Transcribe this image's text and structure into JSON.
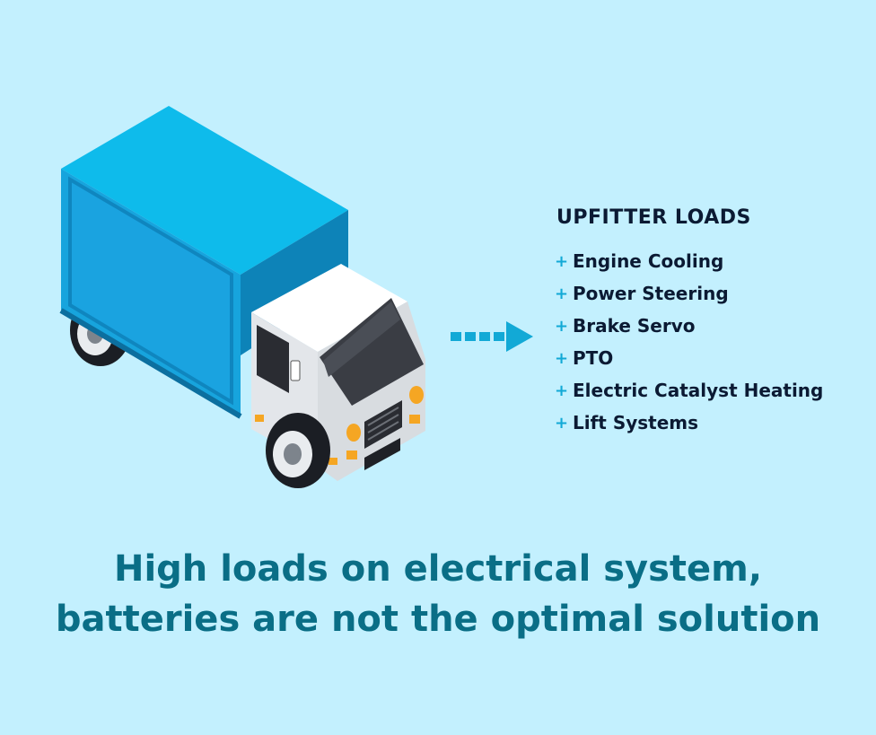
{
  "loads": {
    "title": "UPFITTER LOADS",
    "items": [
      "Engine Cooling",
      "Power Steering",
      "Brake Servo",
      "PTO",
      "Electric Catalyst Heating",
      "Lift Systems"
    ],
    "bullet": "+"
  },
  "headline": {
    "line1": "High loads on electrical system,",
    "line2": "batteries are not the optimal solution"
  },
  "colors": {
    "background": "#c3f0fe",
    "accent": "#12a9d6",
    "headline": "#0a6e86",
    "text": "#0b1a33"
  },
  "icons": {
    "truck": "box-truck-illustration",
    "arrow": "dashed-arrow-right-icon"
  }
}
